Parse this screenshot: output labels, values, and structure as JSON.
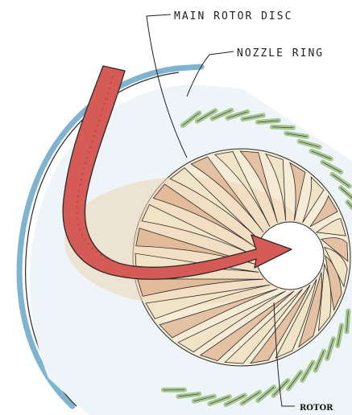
{
  "labels": {
    "main_rotor_disc": "MAIN ROTOR DISC",
    "nozzle_ring": "NOZZLE RING",
    "rotor": "ROTOR"
  },
  "colors": {
    "housing": "#7fb4d0",
    "nozzle_vane": "#a8c690",
    "rotor_blade": "#f1e3c6",
    "blade_shade": "#d9a57e",
    "flow_arrow": "#d65a55",
    "outline": "#2a2a2a"
  },
  "icons": {
    "flow": "curved-flow-arrow-icon"
  }
}
